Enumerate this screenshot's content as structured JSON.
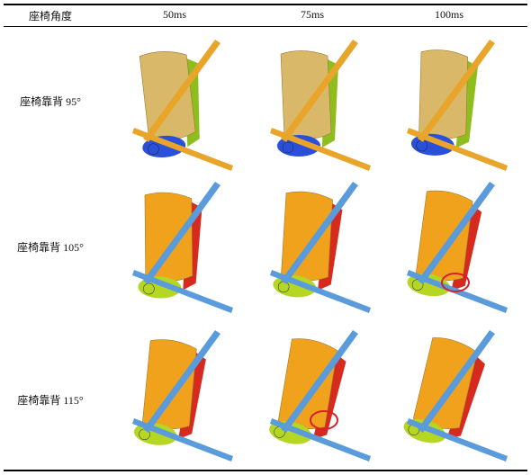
{
  "header": {
    "col0": "座椅角度",
    "col1": "50ms",
    "col2": "75ms",
    "col3": "100ms"
  },
  "rows": [
    {
      "label": "座椅靠背 95°",
      "belt_color": "#E8A52A",
      "side_color": "#8DBE1E",
      "pelvis_color": "#2A4FD8"
    },
    {
      "label": "座椅靠背 105°",
      "belt_color": "#5A9BDB",
      "side_color": "#D62A1F",
      "pelvis_color": "#B6D624"
    },
    {
      "label": "座椅靠背 115°",
      "belt_color": "#5A9BDB",
      "side_color": "#D62A1F",
      "pelvis_color": "#B6D624"
    }
  ],
  "colors": {
    "torso_row1": "#D9B86A",
    "torso_other": "#F0A21C",
    "highlight_circle": "#D8202A"
  }
}
